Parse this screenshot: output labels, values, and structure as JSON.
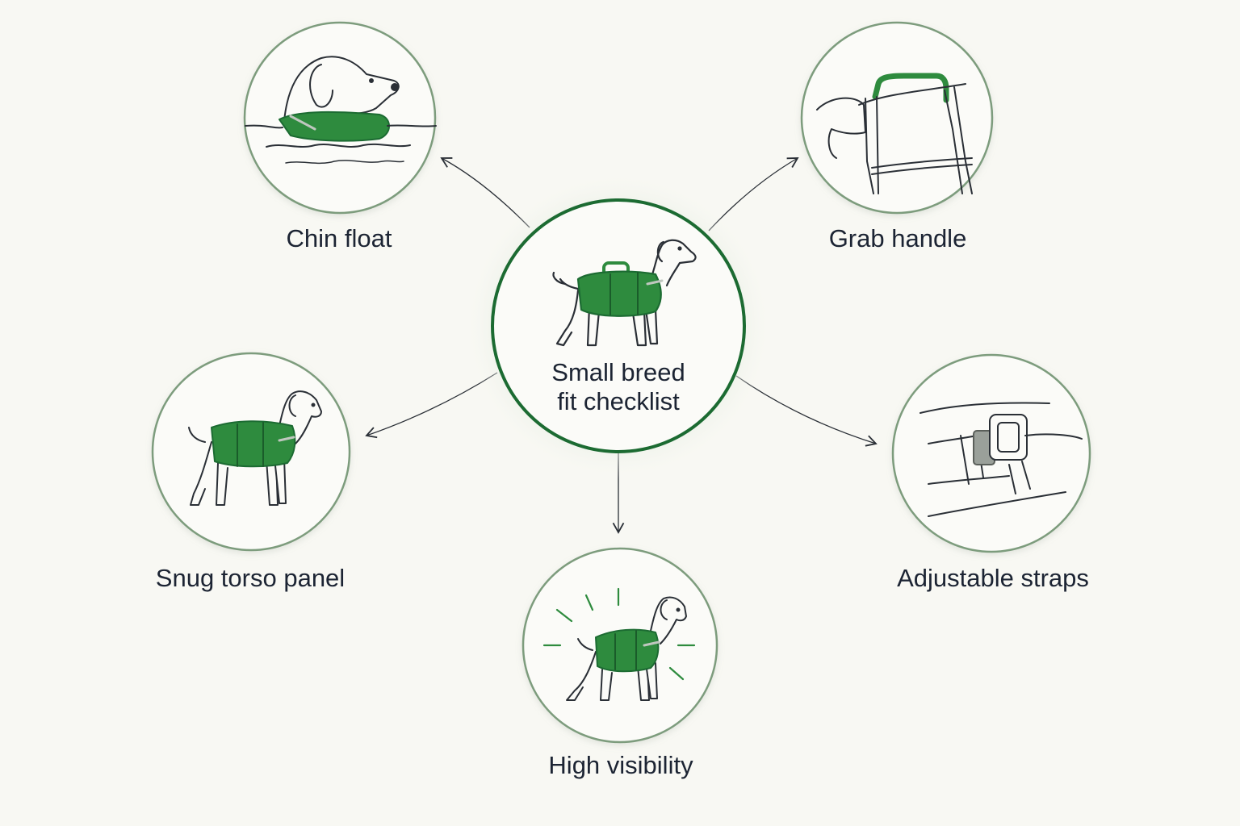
{
  "center": {
    "title_line1": "Small breed",
    "title_line2": "fit checklist"
  },
  "nodes": [
    {
      "id": "chin-float",
      "label": "Chin float",
      "icon": "dog-swimming-chin-float-icon"
    },
    {
      "id": "grab-handle",
      "label": "Grab handle",
      "icon": "vest-grab-handle-icon"
    },
    {
      "id": "snug-torso-panel",
      "label": "Snug torso panel",
      "icon": "dog-torso-vest-icon"
    },
    {
      "id": "adjustable-straps",
      "label": "Adjustable straps",
      "icon": "strap-buckle-icon"
    },
    {
      "id": "high-visibility",
      "label": "High visibility",
      "icon": "dog-high-visibility-icon"
    }
  ],
  "colors": {
    "background": "#f8f8f3",
    "ring": "#7d9c7d",
    "center_ring": "#1c6b32",
    "vest_green": "#2e8b3e",
    "text": "#1c2433",
    "line": "#2a2f36"
  }
}
